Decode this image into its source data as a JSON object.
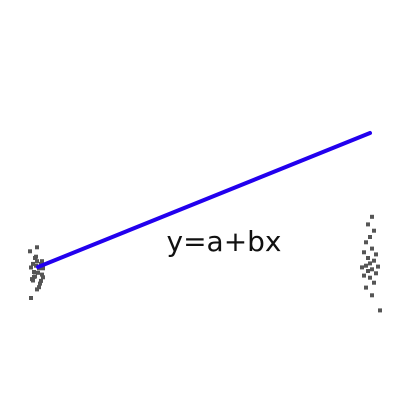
{
  "chart_data": {
    "type": "scatter",
    "equation": "y=a+bx",
    "colors": {
      "line": "#2200ee",
      "points": "#555555",
      "background": "#ffffff",
      "text": "#111111"
    },
    "grid": false,
    "axes_visible": false,
    "xlim": [
      0,
      1
    ],
    "ylim": [
      0,
      1
    ],
    "regression_line": {
      "x": [
        0.0,
        1.0
      ],
      "y": [
        0.0,
        1.0
      ]
    },
    "series": [
      {
        "values": [
          [
            -0.021,
            -0.231
          ],
          [
            -0.015,
            -0.101
          ],
          [
            -0.009,
            -0.071
          ],
          [
            -0.003,
            0.043
          ],
          [
            0.003,
            -0.01
          ],
          [
            -0.006,
            0.01
          ],
          [
            0.006,
            0.004
          ],
          [
            -0.021,
            -0.004
          ],
          [
            0.0,
            -0.043
          ],
          [
            0.012,
            -0.057
          ],
          [
            -0.012,
            -0.074
          ],
          [
            -0.018,
            -0.09
          ],
          [
            0.009,
            -0.104
          ],
          [
            -0.003,
            0.147
          ],
          [
            0.015,
            -0.01
          ],
          [
            -0.009,
            0.067
          ],
          [
            0.009,
            0.023
          ],
          [
            -0.015,
            0.023
          ],
          [
            0.003,
            -0.151
          ],
          [
            -0.024,
            0.117
          ],
          [
            0.006,
            -0.124
          ],
          [
            -0.006,
            0.077
          ],
          [
            0.012,
            0.043
          ],
          [
            -0.012,
            -0.037
          ],
          [
            -0.003,
            -0.167
          ],
          [
            0.015,
            -0.077
          ],
          [
            1.006,
            0.375
          ],
          [
            0.994,
            0.318
          ],
          [
            1.012,
            0.271
          ],
          [
            1.0,
            0.224
          ],
          [
            0.988,
            0.184
          ],
          [
            1.006,
            0.137
          ],
          [
            0.982,
            0.11
          ],
          [
            1.018,
            0.094
          ],
          [
            0.994,
            0.067
          ],
          [
            1.012,
            0.047
          ],
          [
            1.0,
            0.027
          ],
          [
            0.988,
            0.01
          ],
          [
            1.024,
            0.003
          ],
          [
            0.976,
            -0.003
          ],
          [
            1.006,
            -0.017
          ],
          [
            0.994,
            -0.03
          ],
          [
            1.018,
            -0.047
          ],
          [
            0.982,
            -0.064
          ],
          [
            1.0,
            -0.08
          ],
          [
            1.012,
            -0.117
          ],
          [
            0.988,
            -0.154
          ],
          [
            1.006,
            -0.211
          ],
          [
            1.03,
            -0.324
          ]
        ]
      }
    ]
  }
}
